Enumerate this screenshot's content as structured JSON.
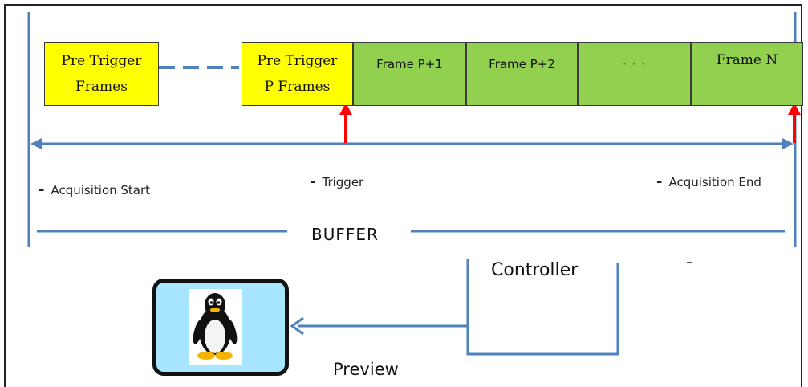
{
  "frames": {
    "pre_trigger_frames": "Pre Trigger\nFrames",
    "pre_trigger_p_frames": "Pre Trigger\nP Frames",
    "frame_p1": "Frame P+1",
    "frame_p2": "Frame P+2",
    "frame_dots": "· · ·",
    "frame_n": "Frame N"
  },
  "markers": {
    "acquisition_start": "Acquisition Start",
    "trigger": "Trigger",
    "acquisition_end": "Acquisition End",
    "bullet": "-"
  },
  "buffer_label": "BUFFER",
  "controller_label": "Controller",
  "preview_label": "Preview",
  "colors": {
    "pre_trigger_fill": "#ffff00",
    "post_trigger_fill": "#92d050",
    "timeline_line": "#4f81bd",
    "trigger_arrow": "#ff0000",
    "monitor_fill": "#a8e6ff"
  },
  "icons": {
    "monitor": "linux-penguin-icon"
  }
}
